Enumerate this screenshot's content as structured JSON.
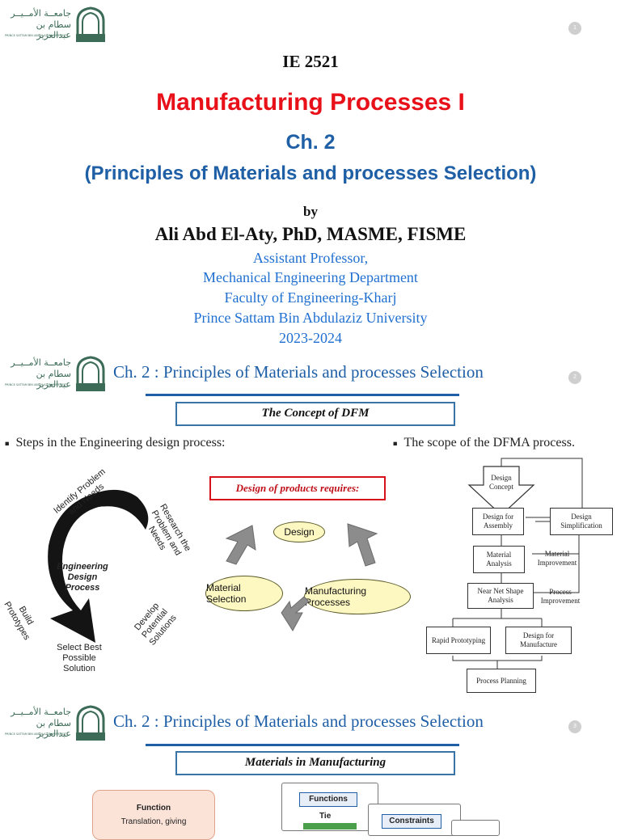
{
  "logo": {
    "arabic_line1": "جامعــة الأمــيــر",
    "arabic_line2": "سطام بن عبدالعزيز",
    "english": "PRINCE SATTAM BIN ABDULAZIZ UNIVERSITY"
  },
  "slide1": {
    "page": "1",
    "course": "IE 2521",
    "title": "Manufacturing Processes I",
    "chapter": "Ch. 2",
    "chapter_title": "(Principles of Materials and processes Selection)",
    "by": "by",
    "author": "Ali Abd El-Aty, PhD, MASME, FISME",
    "position": "Assistant Professor,",
    "department": "Mechanical Engineering Department",
    "faculty": "Faculty of Engineering-Kharj",
    "university": "Prince Sattam Bin Abdulaziz University",
    "year": "2023-2024",
    "colors": {
      "title": "#e8111a",
      "chapter": "#1f5fa6",
      "details": "#1f6fd0"
    }
  },
  "slide2": {
    "page": "2",
    "header": "Ch. 2 : Principles of Materials and processes Selection",
    "box_title": "The Concept of DFM",
    "bullet_left": "Steps in the Engineering design process:",
    "bullet_right": "The scope of the DFMA process.",
    "cycle": {
      "center": "Engineering Design Process",
      "steps": [
        "Identify Problem and Needs",
        "Research the Problem and Needs",
        "Develop Potential Solutions",
        "Select Best Possible Solution",
        "Build Prototypes"
      ]
    },
    "requires": {
      "title": "Design of products requires:",
      "items": [
        "Design",
        "Material Selection",
        "Manufacturing Processes"
      ]
    },
    "flow": {
      "design_concept": "Design Concept",
      "design_assembly": "Design for Assembly",
      "design_simplification": "Design Simplification",
      "material_analysis": "Material Analysis",
      "material_improvement": "Material Improvement",
      "near_net_shape": "Near Net Shape Analysis",
      "process_improvement": "Process Improvement",
      "rapid_prototyping": "Rapid Prototyping",
      "design_manufacture": "Design for Manufacture",
      "process_planning": "Process Planning"
    }
  },
  "slide3": {
    "page": "3",
    "header": "Ch. 2 : Principles of Materials and processes Selection",
    "box_title": "Materials in Manufacturing",
    "function_card": {
      "title": "Function",
      "text": "Translation, giving"
    },
    "functions": "Functions",
    "tie": "Tie",
    "constraints": "Constraints"
  }
}
